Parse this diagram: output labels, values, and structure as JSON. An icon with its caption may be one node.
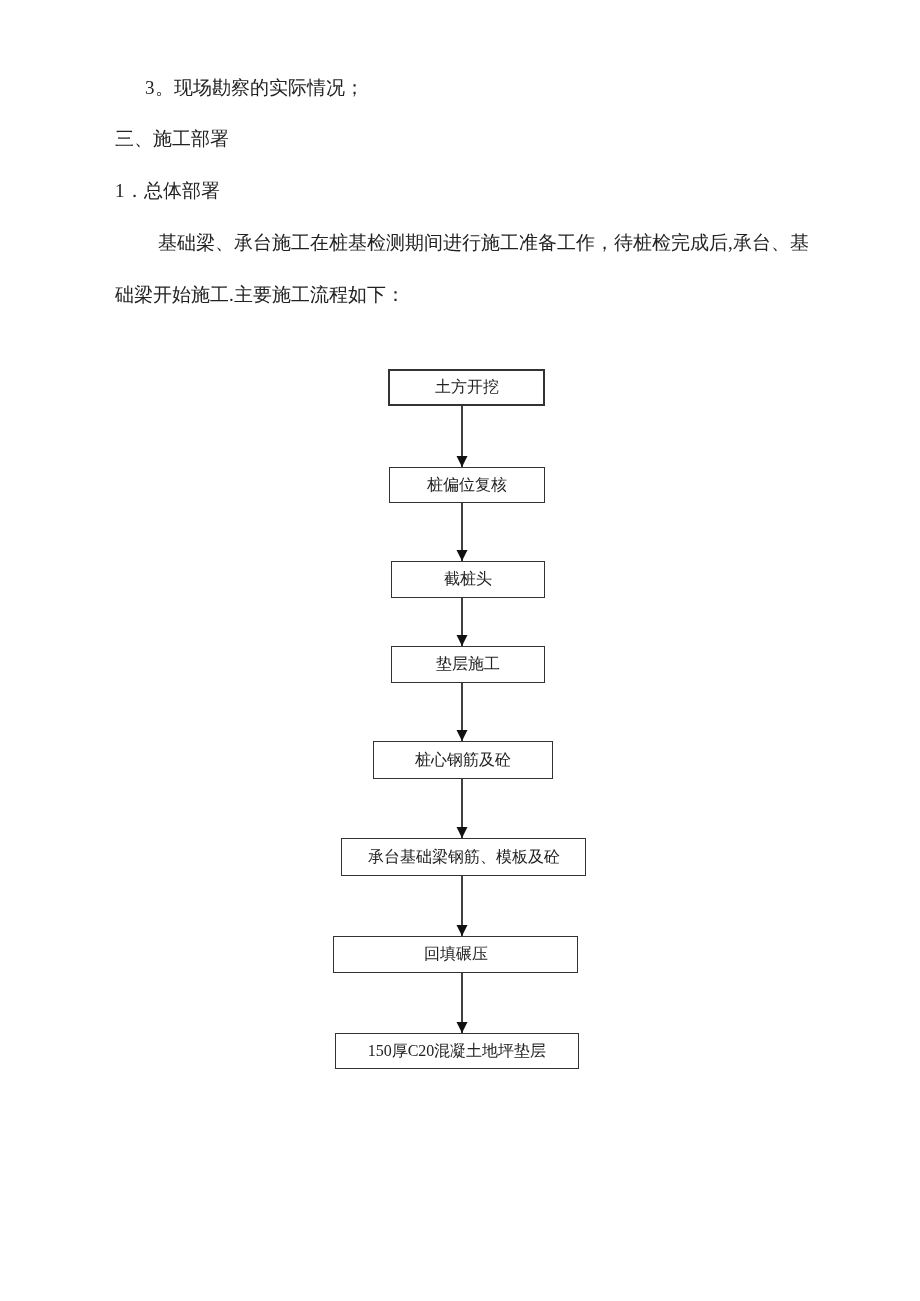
{
  "diagram": {
    "nodes": [
      {
        "text": [
          "土方开挖"
        ]
      },
      {
        "text": [
          "桩偏位复核"
        ]
      },
      {
        "text": [
          "截桩头"
        ]
      },
      {
        "text": [
          "垫层施工"
        ]
      },
      {
        "text": [
          "桩心钢筋及砼"
        ]
      },
      {
        "text": [
          "承台基础梁钢筋、模板及砼"
        ]
      },
      {
        "text": [
          "回填碾压"
        ]
      },
      {
        "text": [
          "150厚C20混凝土地坪垫层"
        ]
      }
    ],
    "edges": [
      {
        "from": 0,
        "to": 1,
        "arrow": "to"
      },
      {
        "from": 1,
        "to": 2,
        "arrow": "to"
      },
      {
        "from": 2,
        "to": 3,
        "arrow": "to"
      },
      {
        "from": 3,
        "to": 4,
        "arrow": "to"
      },
      {
        "from": 4,
        "to": 5,
        "arrow": "to"
      },
      {
        "from": 5,
        "to": 6,
        "arrow": "to"
      },
      {
        "from": 6,
        "to": 7,
        "arrow": "to"
      }
    ],
    "labels": [
      "3。现场勘察的实际情况；",
      "三、施工部署",
      "1．总体部署",
      "基础梁、承台施工在桩基检测期间进行施工准备工作，待桩检完成后,承台、基础梁开始施工.主要施工流程如下："
    ]
  }
}
